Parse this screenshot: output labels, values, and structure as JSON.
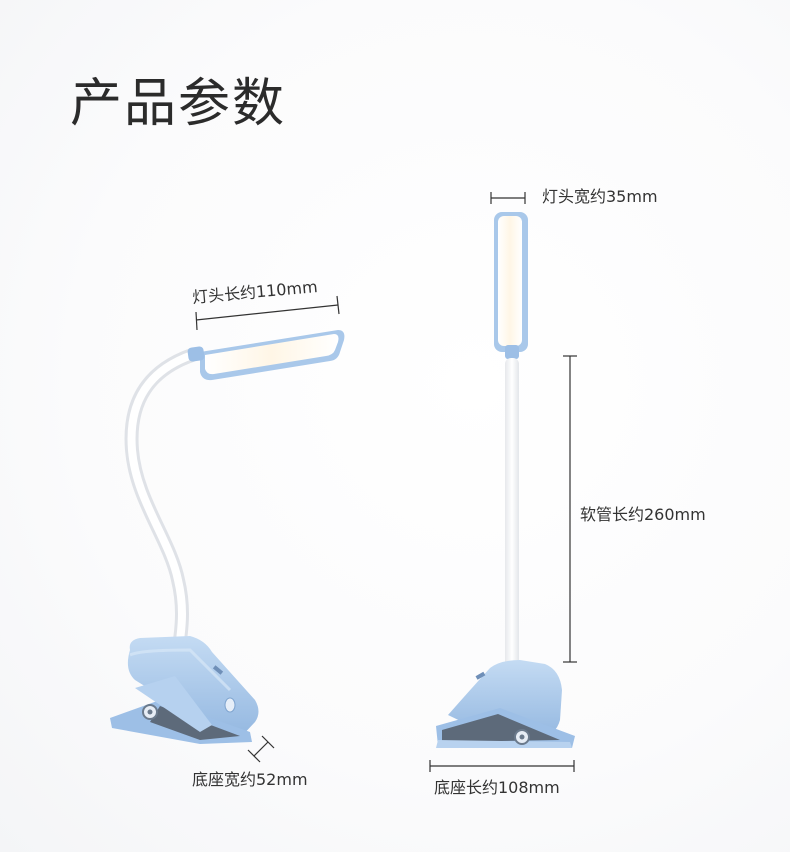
{
  "page": {
    "title": "产品参数"
  },
  "dimensions": {
    "head_length": "灯头长约110mm",
    "head_width": "灯头宽约35mm",
    "hose_length": "软管长约260mm",
    "base_width": "底座宽约52mm",
    "base_length": "底座长约108mm"
  },
  "colors": {
    "lamp_body": "#a9c8ea",
    "lamp_body_dark": "#8eb3dd",
    "hose": "#f3f4f6",
    "light": "#fff6e6",
    "line": "#333333"
  }
}
